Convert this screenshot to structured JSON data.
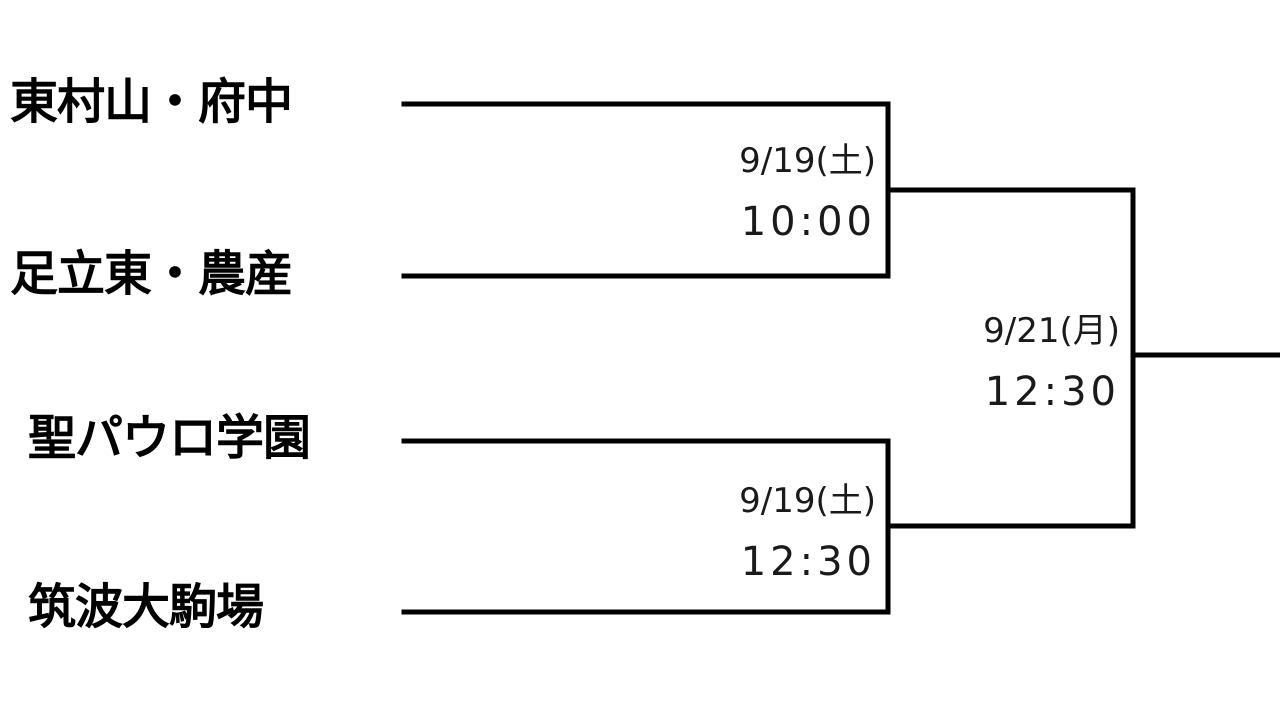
{
  "teams": [
    {
      "name": "東村山・府中"
    },
    {
      "name": "足立東・農産"
    },
    {
      "name": "聖パウロ学園"
    },
    {
      "name": "筑波大駒場"
    }
  ],
  "matches": {
    "round1_top": {
      "date": "9/19(土)",
      "time": "10:00"
    },
    "round1_bottom": {
      "date": "9/19(土)",
      "time": "12:30"
    },
    "round2": {
      "date": "9/21(月)",
      "time": "12:30"
    }
  }
}
